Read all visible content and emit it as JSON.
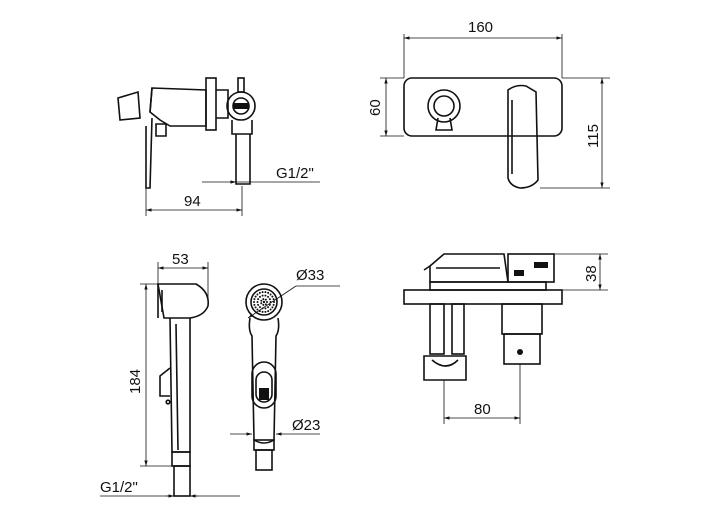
{
  "dimensions": {
    "width_160": "160",
    "height_60": "60",
    "height_115": "115",
    "thread_side": "G1/2\"",
    "depth_94": "94",
    "width_53": "53",
    "length_184": "184",
    "dia_33": "Ø33",
    "dia_23": "Ø23",
    "thread_bottom": "G1/2\"",
    "height_38": "38",
    "spacing_80": "80"
  }
}
